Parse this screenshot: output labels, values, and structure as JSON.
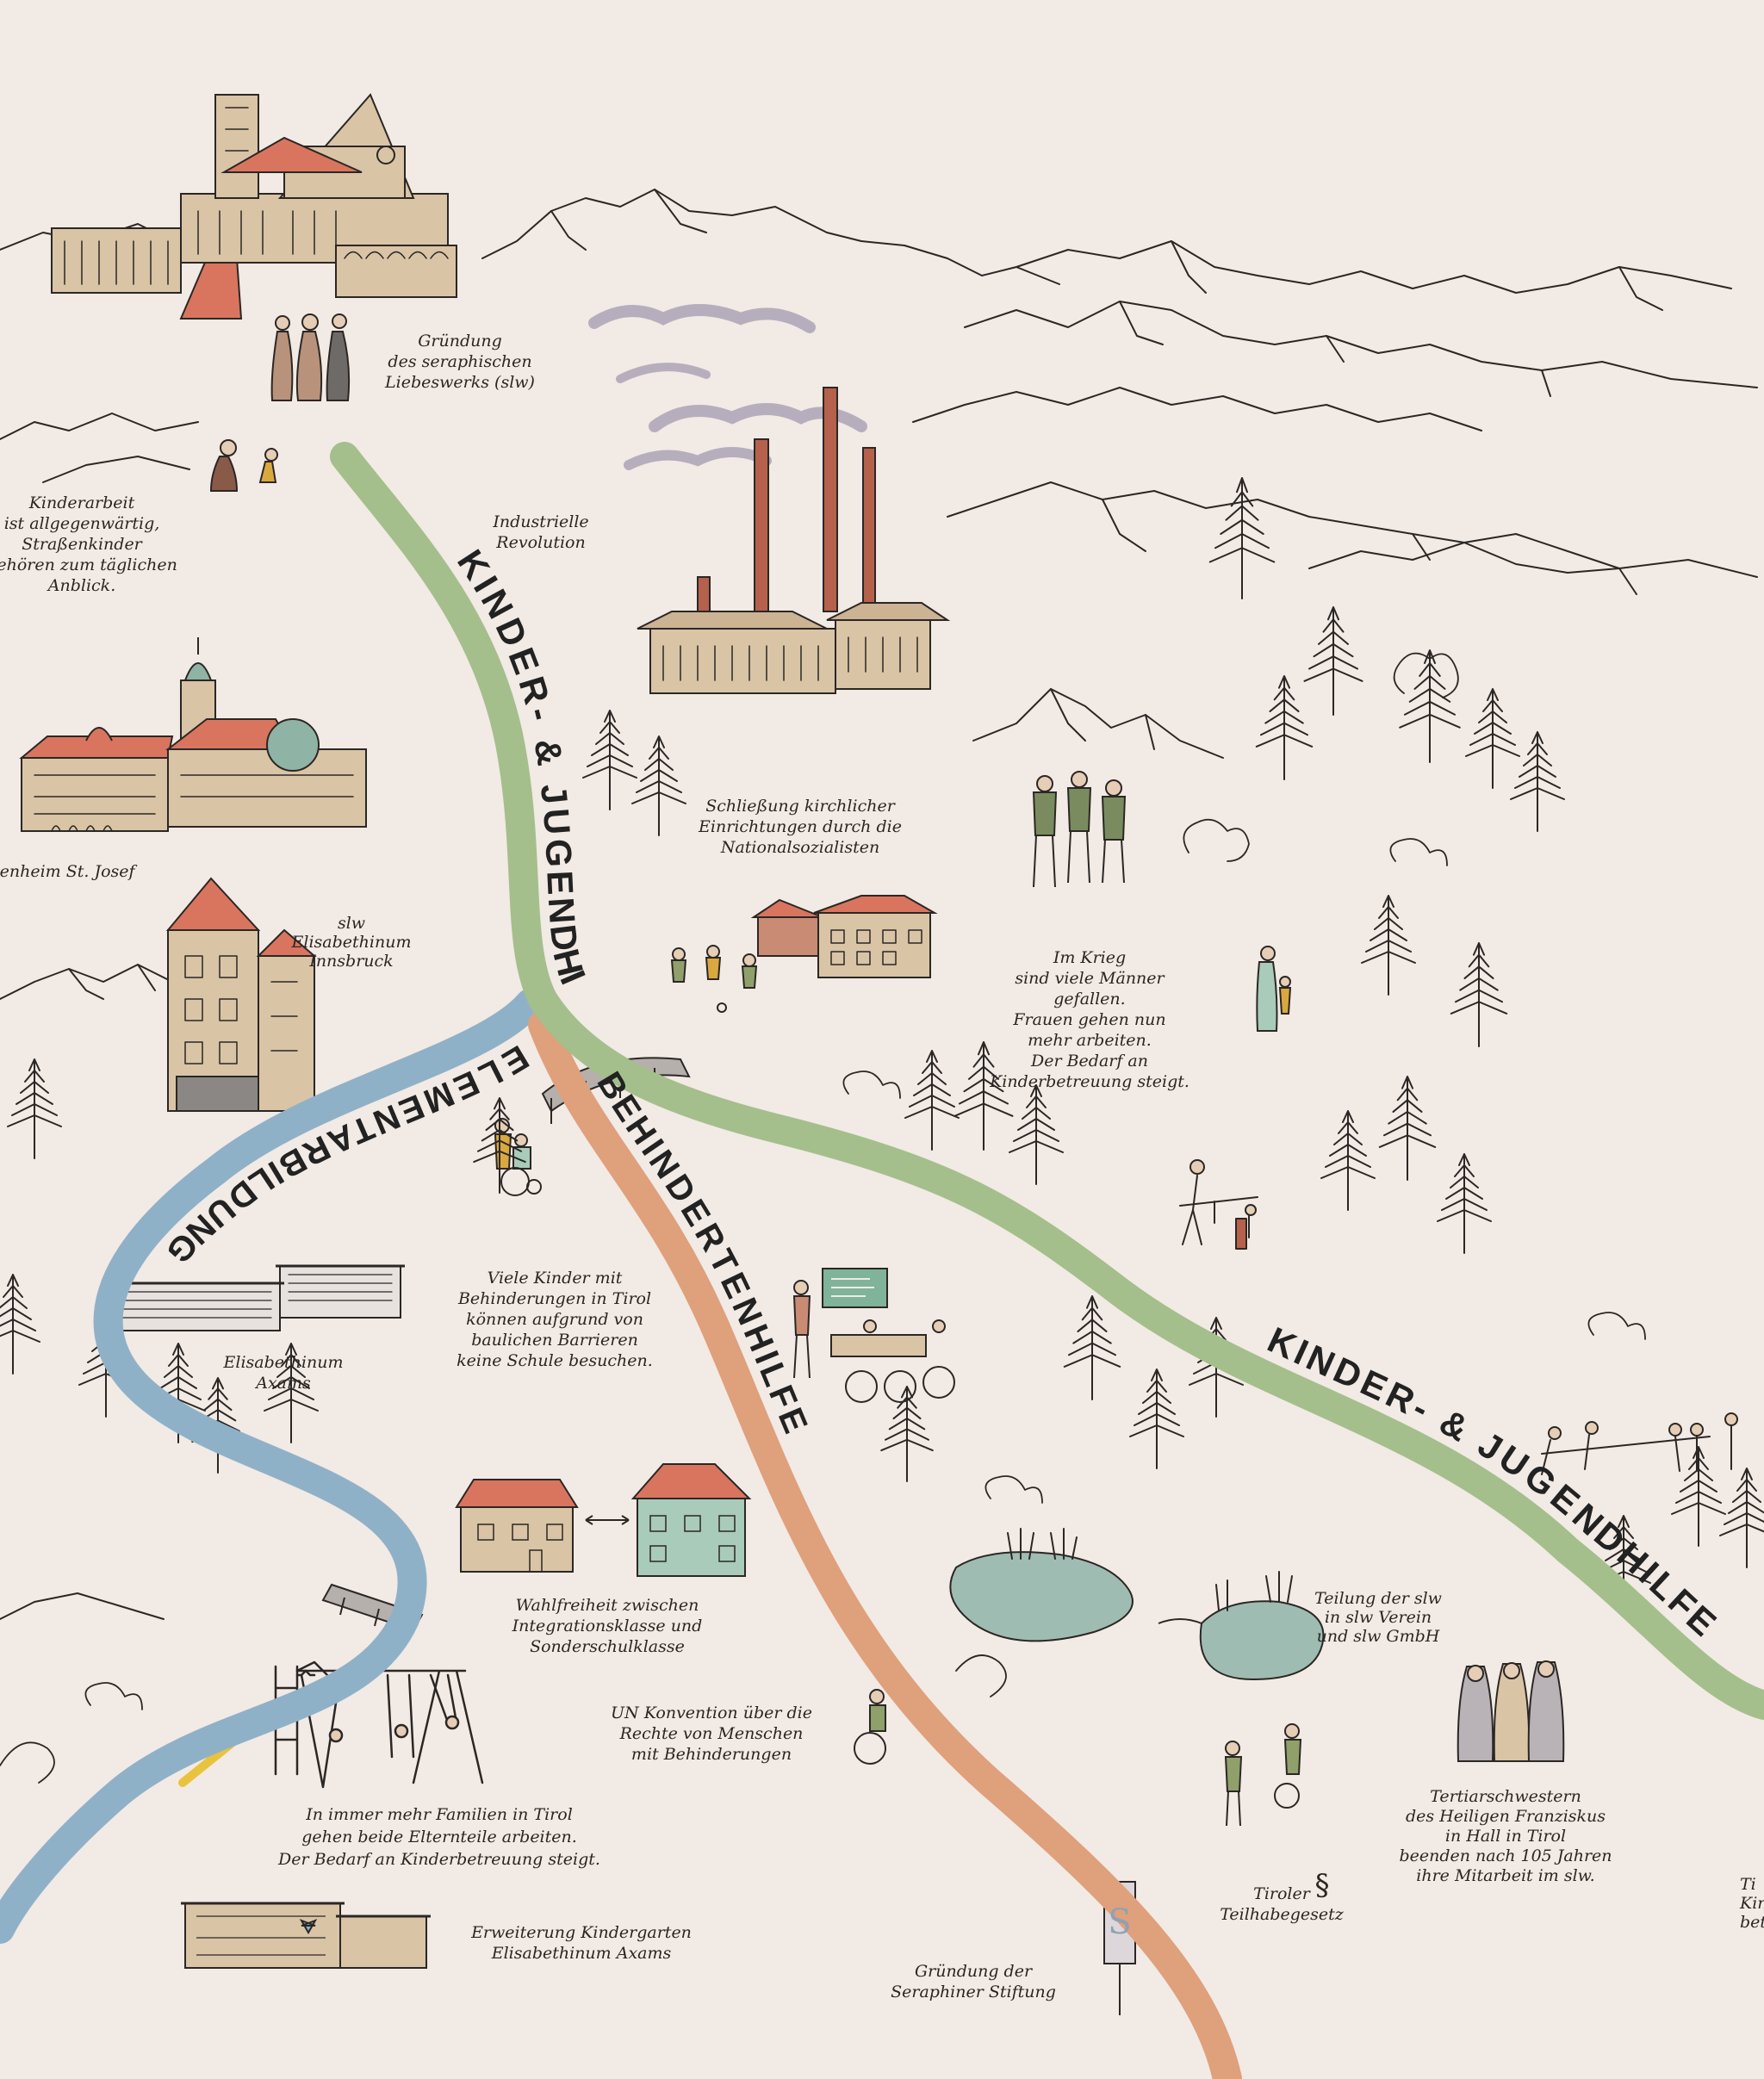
{
  "rivers": {
    "kinder_jugendhilfe_upper": {
      "label": "KINDER- & JUGENDHILFE",
      "color": "#a4bf8c"
    },
    "kinder_jugendhilfe_lower": {
      "label": "KINDER- & JUGENDHILFE",
      "color": "#a4bf8c"
    },
    "elementarbildung": {
      "label": "ELEMENTARBILDUNG",
      "color": "#8fb1c8"
    },
    "behindertenhilfe": {
      "label": "BEHINDERTENHILFE",
      "color": "#dfa07c"
    }
  },
  "annotations": {
    "gruendung_slw": [
      "Gründung",
      "des seraphischen",
      "Liebeswerks (slw)"
    ],
    "kinderarbeit": [
      "Kinderarbeit",
      "ist allgegenwärtig,",
      "Straßenkinder",
      "gehören zum täglichen",
      "Anblick."
    ],
    "industrielle_revolution": [
      "Industrielle",
      "Revolution"
    ],
    "st_josef": [
      "benheim St. Josef"
    ],
    "elisabethinum_innsbruck": [
      "slw",
      "Elisabethinum",
      "Innsbruck"
    ],
    "schliessung": [
      "Schließung kirchlicher",
      "Einrichtungen durch die",
      "Nationalsozialisten"
    ],
    "im_krieg": [
      "Im Krieg",
      "sind viele Männer",
      "gefallen.",
      "Frauen gehen nun",
      "mehr arbeiten.",
      "Der Bedarf an",
      "Kinderbetreuung steigt."
    ],
    "viele_kinder": [
      "Viele Kinder mit",
      "Behinderungen in Tirol",
      "können aufgrund von",
      "baulichen Barrieren",
      "keine Schule besuchen."
    ],
    "elisabethinum_axams": [
      "Elisabethinum",
      "Axams"
    ],
    "wahlfreiheit": [
      "Wahlfreiheit zwischen",
      "Integrationsklasse und",
      "Sonderschulklasse"
    ],
    "un_konvention": [
      "UN Konvention über die",
      "Rechte von Menschen",
      "mit Behinderungen"
    ],
    "familien": [
      "In immer mehr Familien in Tirol",
      "gehen beide Elternteile arbeiten.",
      "Der Bedarf an Kinderbetreuung steigt."
    ],
    "erweiterung": [
      "Erweiterung Kindergarten",
      "Elisabethinum Axams"
    ],
    "seraphiner_stiftung": [
      "Gründung der",
      "Seraphiner Stiftung"
    ],
    "teilung": [
      "Teilung der slw",
      "in slw Verein",
      "und slw GmbH"
    ],
    "tiroler_gesetz": [
      "Tiroler",
      "Teilhabegesetz"
    ],
    "tertiarschwestern": [
      "Tertiarschwestern",
      "des Heiligen Franziskus",
      "in Hall in Tirol",
      "beenden nach 105 Jahren",
      "ihre Mitarbeit im slw."
    ],
    "edge_right": [
      "Ti",
      "Kinder",
      "betr"
    ]
  },
  "symbols": {
    "paragraph": "§",
    "stiftung_sign": "S"
  },
  "colors": {
    "background": "#f2eae4",
    "ink": "#2b2725",
    "roof_red": "#d9755f",
    "building_beige": "#d9c4a6",
    "chimney": "#b5614c",
    "smoke": "#b7aebd",
    "tree": "#2b2725",
    "pond": "#9fbcb2",
    "dome_green": "#8fb3a4",
    "house_green": "#a9cbb9"
  }
}
